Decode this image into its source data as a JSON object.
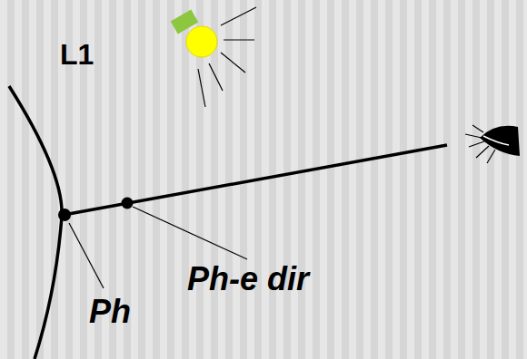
{
  "diagram": {
    "labels": [
      "L1",
      "Ph",
      "Ph-e dir"
    ]
  }
}
